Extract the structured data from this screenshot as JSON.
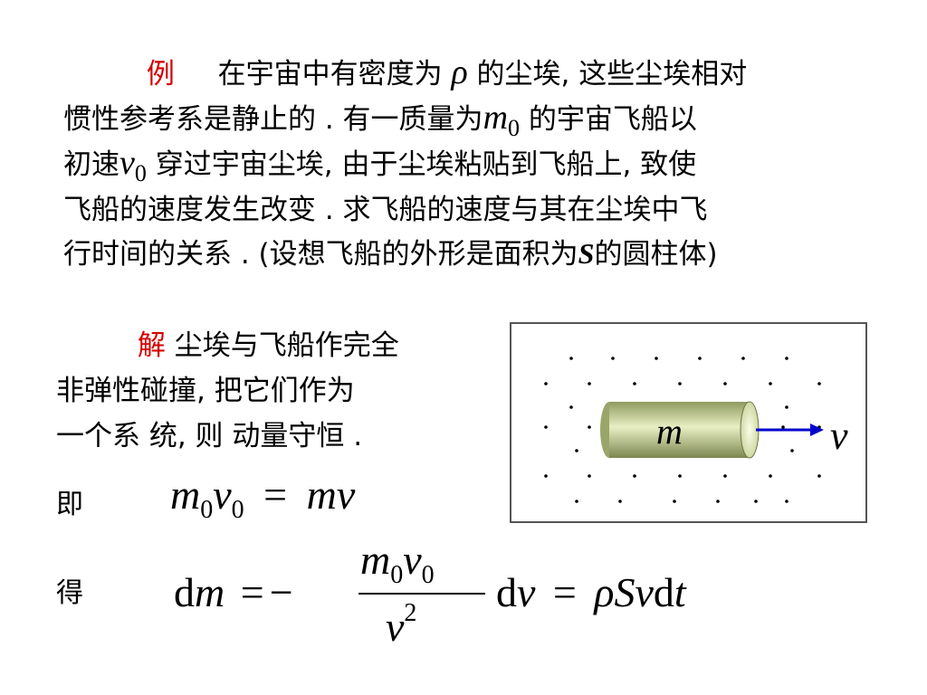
{
  "problem": {
    "label": "例",
    "line1_text": "在宇宙中有密度为",
    "rho": "ρ",
    "line1_tail": "的尘埃, 这些尘埃相对",
    "line2_head": "惯性参考系是静止的 . 有一质量为",
    "m": "m",
    "sub0": "0",
    "line2_tail": "的宇宙飞船以",
    "line3_head": "初速",
    "v": "v",
    "line3_tail": "穿过宇宙尘埃, 由于尘埃粘贴到飞船上, 致使",
    "line4": "飞船的速度发生改变 . 求飞船的速度与其在尘埃中飞",
    "line5_head": "行时间的关系 . (设想飞船的外形是面积为",
    "S": "S",
    "line5_tail": "的圆柱体)"
  },
  "solution": {
    "label": "解",
    "line1": "尘埃与飞船作完全",
    "line2": "非弹性碰撞, 把它们作为",
    "line3": "一个系 统, 则 动量守恒 ."
  },
  "eq1": {
    "label": "即",
    "m": "m",
    "v": "v",
    "sub0": "0",
    "equals": "=",
    "rhs": "mv"
  },
  "eq2": {
    "label": "得",
    "d": "d",
    "m": "m",
    "equals": "=",
    "minus": "−",
    "num_m": "m",
    "num_v": "v",
    "sub0": "0",
    "den_v": "v",
    "sup2": "2",
    "dv_d": "d",
    "dv_v": "v",
    "equals2": "=",
    "rho": "ρ",
    "S": "S",
    "v": "v",
    "dt_d": "d",
    "dt_t": "t"
  },
  "figure": {
    "mass_label": "m",
    "velocity_label": "v",
    "colors": {
      "cylinder": "#c8d49a",
      "arrow": "#0000cc",
      "border": "#555555"
    }
  }
}
